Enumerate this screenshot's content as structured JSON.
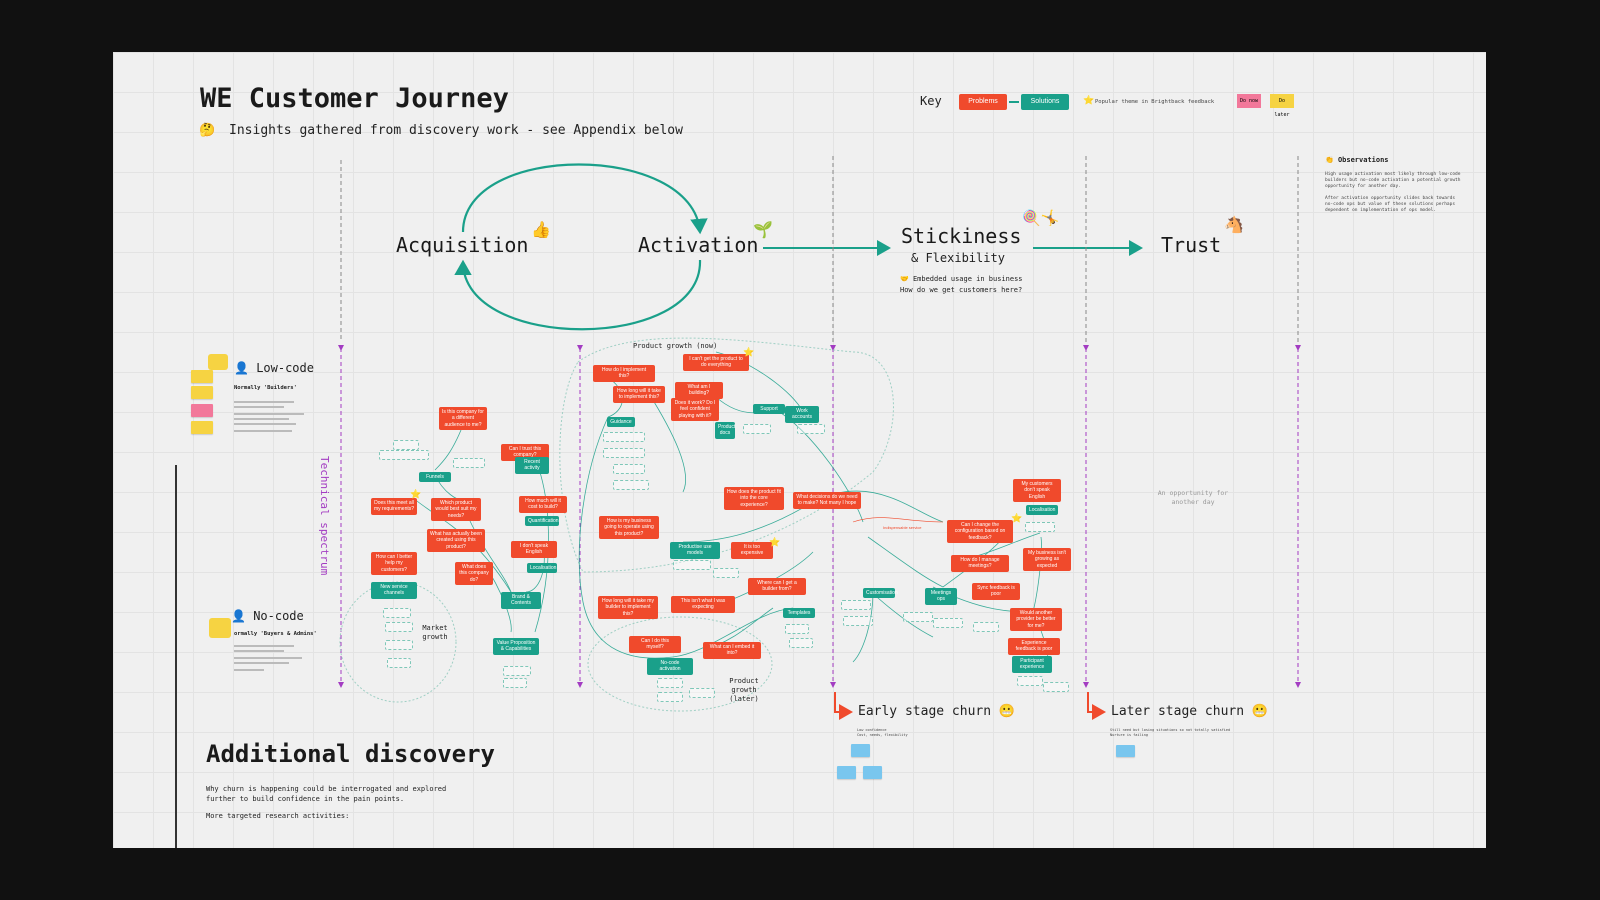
{
  "header": {
    "title": "WE Customer Journey",
    "subtitle_emoji": "🤔",
    "subtitle": "Insights gathered from discovery work - see Appendix below"
  },
  "key": {
    "label": "Key",
    "problems": "Problems",
    "solutions": "Solutions",
    "star_emoji": "⭐",
    "popular": "Popular theme in Brightback feedback",
    "do_now": "Do now",
    "do_later": "Do later",
    "colors": {
      "problems": "#f04a2c",
      "solutions": "#1aa08a",
      "do_now": "#f2789a",
      "do_later": "#f6d342"
    }
  },
  "stages": {
    "acquisition": "Acquisition",
    "acquisition_emoji": "👍",
    "activation": "Activation",
    "activation_emoji": "🌱",
    "stickiness": "Stickiness",
    "stickiness_sub": "& Flexibility",
    "stickiness_emoji": "🍭🤸",
    "stickiness_note_emoji": "🤝",
    "stickiness_note1": "Embedded usage in business",
    "stickiness_note2": "How do we get customers here?",
    "trust": "Trust",
    "trust_emoji": "🐴"
  },
  "observations": {
    "emoji": "👏",
    "title": "Observations",
    "p1": "High usage activation most likely through low-code builders but no-code activation a potential growth opportunity for another day.",
    "p2": "After activation opportunity slides back towards no-code ops but value of these solutions perhaps dependent on implementation of ops model."
  },
  "personas": {
    "low_code": "Low-code",
    "low_code_sub": "Normally 'Builders'",
    "no_code": "No-code",
    "no_code_sub": "ormally 'Buyers & Admins'",
    "spectrum": "Technical spectrum",
    "person_emoji": "👤"
  },
  "clusters": {
    "product_growth_now": "Product growth (now)",
    "market_growth_1": "Market",
    "market_growth_2": "growth",
    "product_growth_later_1": "Product",
    "product_growth_later_2": "growth",
    "product_growth_later_3": "(later)",
    "opportunity_1": "An opportunity for",
    "opportunity_2": "another day",
    "indispensable": "Indispensable service"
  },
  "problems": [
    "Is this company for a different audience to me?",
    "Can I trust this company?",
    "How much will it cost to build?",
    "Does this meet all my requirements?",
    "Which product would best suit my needs?",
    "What has actually been created using this product?",
    "I don't speak English",
    "How can I better help my customers?",
    "What does this company do?",
    "How do I implement this?",
    "How long will it take to implement this?",
    "I can't get the product to do everything",
    "What am I building?",
    "Does it work? Do I feel confident playing with it?",
    "How does the product fit into the core experience?",
    "What decisions do we need to make? Not many I hope",
    "How is my business going to operate using this product?",
    "It is too expensive",
    "Where can I get a builder from?",
    "How long will it take my builder to implement this?",
    "This isn't what I was expecting",
    "Can I do this myself?",
    "What can I embed it into?",
    "My customers don't speak English",
    "Can I change the configuration based on feedback?",
    "My business isn't growing as expected",
    "How do I manage meetings?",
    "Sync feedback is poor",
    "Would another provider be better for me?",
    "Experience feedback is poor"
  ],
  "solutions": [
    "Funnels",
    "Recent activity",
    "Quantification",
    "Localisation",
    "Brand & Contents",
    "Value Proposition & Capabilities",
    "New service channels",
    "Guidance",
    "Support",
    "Work accounts",
    "Product docs",
    "Productise use models",
    "No-code activation",
    "Templates",
    "Customisation",
    "Meetings ops",
    "Localisation",
    "Participant experience"
  ],
  "churn": {
    "early": "Early stage churn",
    "early_emoji": "😬",
    "early_note1": "Low confidence",
    "early_note2": "Cost, needs, flexibility",
    "later": "Later stage churn",
    "later_emoji": "😬",
    "later_note1": "Still need but losing situations so not totally satisfied",
    "later_note2": "Nurture is failing"
  },
  "discovery": {
    "title": "Additional discovery",
    "p1": "Why churn is happening could be interrogated and explored",
    "p2": "further to build confidence in the pain points.",
    "p3": "More targeted research activities:"
  }
}
